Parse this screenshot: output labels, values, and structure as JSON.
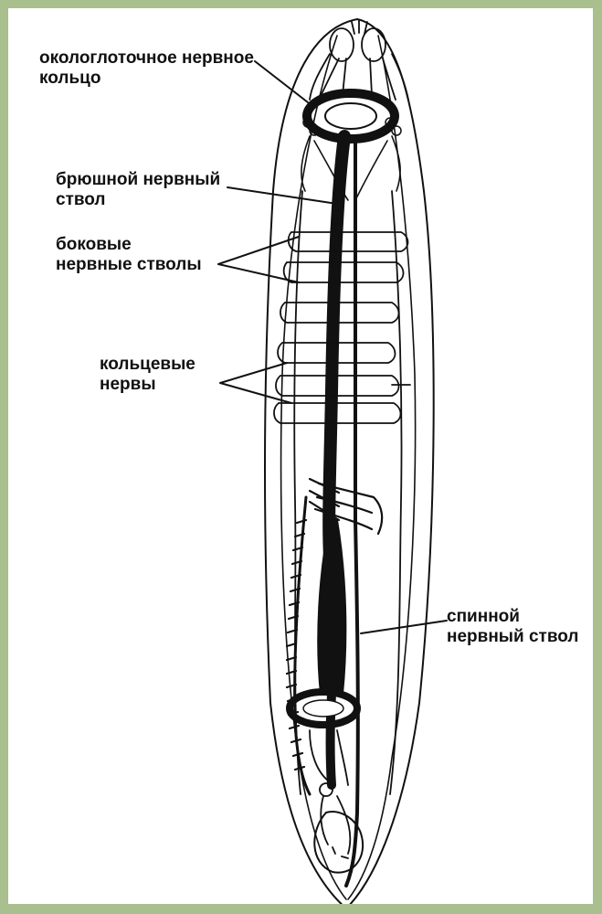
{
  "labels": {
    "pharyngeal_ring": [
      "окологлоточное нервное",
      "кольцо"
    ],
    "ventral_trunk": [
      "брюшной нервный",
      "ствол"
    ],
    "lateral_trunks": [
      "боковые",
      "нервные стволы"
    ],
    "ring_nerves": [
      "кольцевые",
      "нервы"
    ],
    "dorsal_trunk": [
      "спинной",
      "нервный ствол"
    ]
  },
  "colors": {
    "frame": "#a9bf8e",
    "ink": "#111111",
    "background": "#ffffff"
  }
}
